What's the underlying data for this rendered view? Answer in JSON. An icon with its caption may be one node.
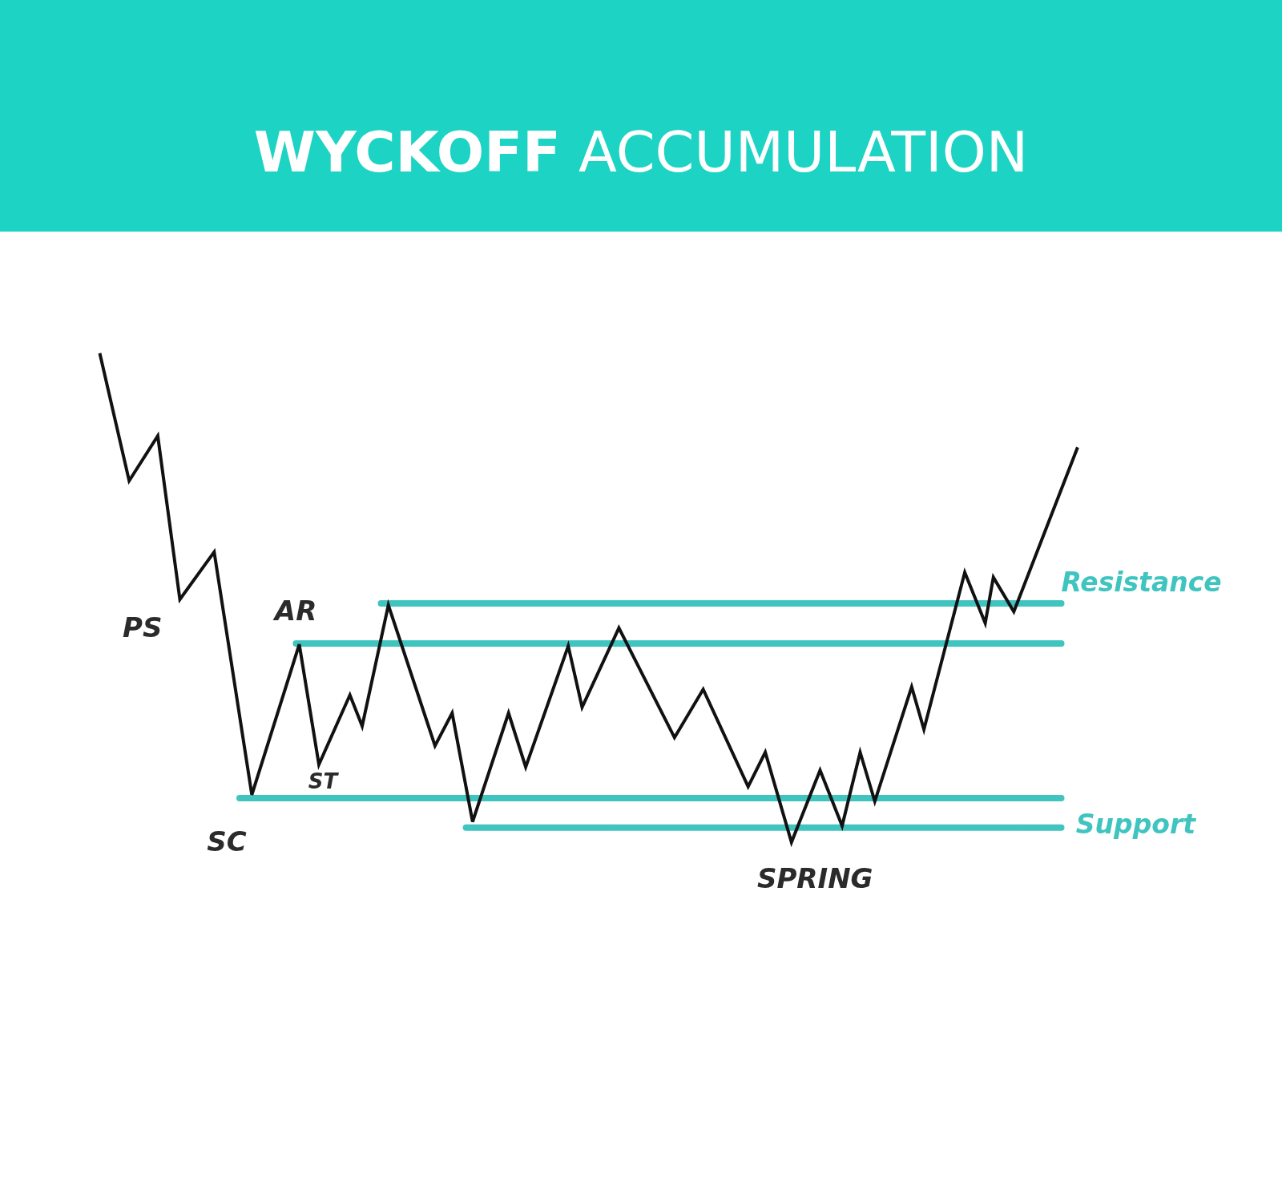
{
  "diagram": {
    "title": "**WYCKOFF** ACCUMULATION",
    "labels": [
      "Resistance",
      "AR",
      "PS",
      "ST",
      "Support",
      "SC",
      "SPRING"
    ]
  }
}
